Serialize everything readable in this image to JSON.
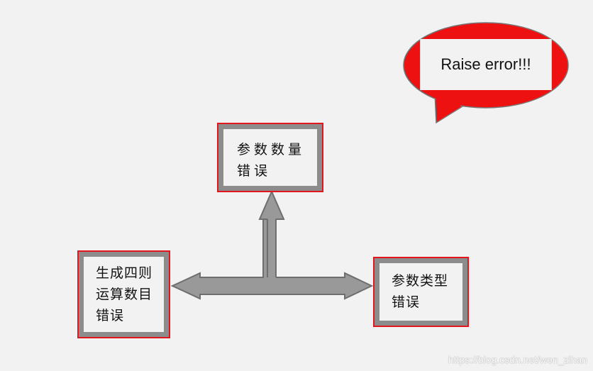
{
  "colors": {
    "background": "#f2f2f2",
    "box_border": "#e3161e",
    "box_frame": "#8c8c8c",
    "arrow_fill": "#999999",
    "arrow_stroke": "#6e6e6e",
    "bubble_fill": "#ee1111"
  },
  "callout": {
    "text": "Raise error!!!"
  },
  "nodes": {
    "top": {
      "line1": "参数数量",
      "line2": "错误"
    },
    "left": {
      "line1": "生成四则",
      "line2": "运算数目",
      "line3": "错误"
    },
    "right": {
      "line1": "参数类型",
      "line2": "错误"
    }
  },
  "watermark": "https://blog.csdn.net/wen_zihan"
}
